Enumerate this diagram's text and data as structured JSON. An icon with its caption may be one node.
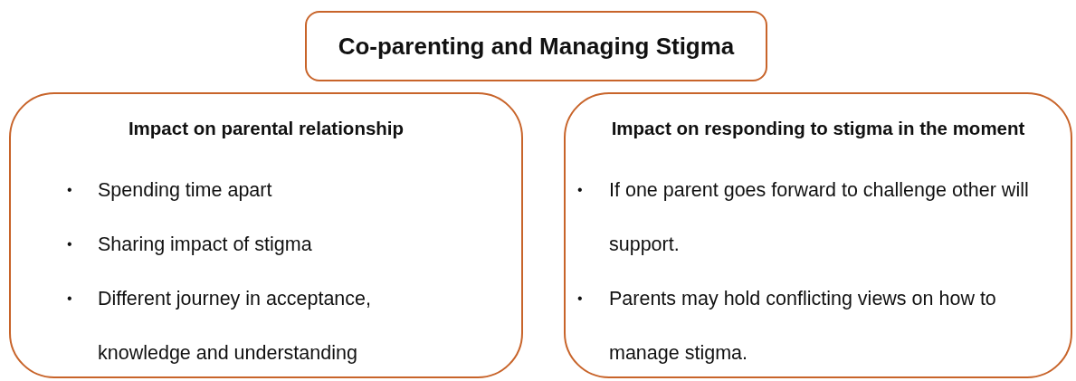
{
  "diagram": {
    "nodes": [
      {
        "text": [
          "Co-parenting and Managing Stigma"
        ]
      },
      {
        "text": [
          "Impact on parental relationship",
          "Spending time apart",
          "Sharing impact of stigma",
          "Different journey in acceptance, knowledge and understanding"
        ]
      },
      {
        "text": [
          "Impact on responding to stigma in the moment",
          "If one parent goes forward to challenge other will support.",
          "Parents may hold conflicting views on how to manage stigma."
        ]
      }
    ],
    "labels": [
      "•",
      "•",
      "•",
      "•",
      "•"
    ]
  }
}
